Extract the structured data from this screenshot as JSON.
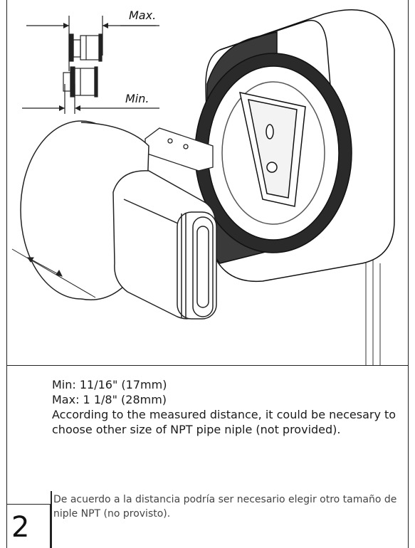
{
  "figure": {
    "label_max": "Max.",
    "label_min": "Min."
  },
  "instructions": {
    "min_line": "Min:  11/16\" (17mm)",
    "max_line": "Max: 1 1/8\" (28mm)",
    "english": "According to the measured distance, it could be necesary to choose other size of NPT pipe niple (not provided).",
    "spanish": "De acuerdo a la distancia podría ser necesario elegir otro tamaño de niple NPT (no provisto)."
  },
  "step": {
    "number": "2"
  }
}
